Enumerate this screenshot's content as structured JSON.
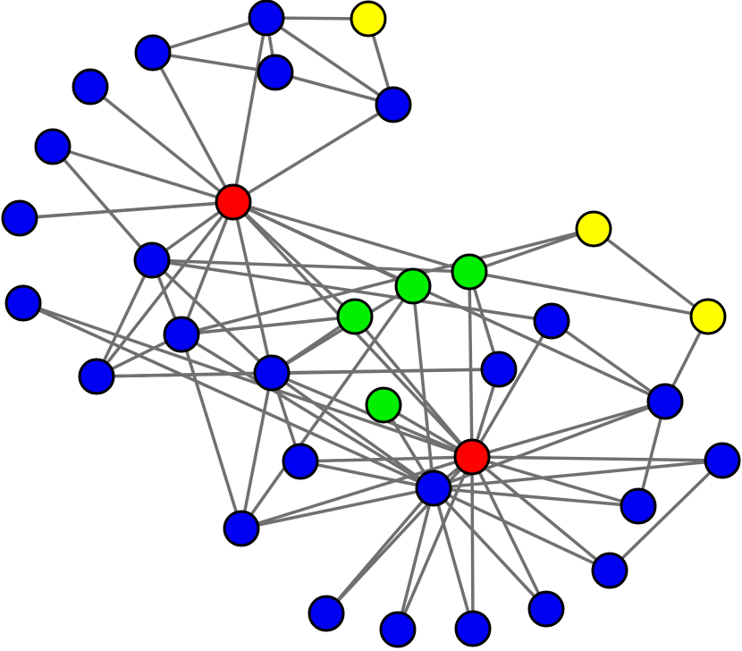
{
  "colors": {
    "edge": "#707070",
    "node_outline": "#000000",
    "blue": "#0000f2",
    "red": "#ff0000",
    "green": "#00f000",
    "yellow": "#ffff00"
  },
  "graph": {
    "nodes": [
      {
        "id": "n1",
        "color": "blue"
      },
      {
        "id": "n2",
        "color": "yellow"
      },
      {
        "id": "n3",
        "color": "blue"
      },
      {
        "id": "n4",
        "color": "blue"
      },
      {
        "id": "n5",
        "color": "blue"
      },
      {
        "id": "n6",
        "color": "blue"
      },
      {
        "id": "n7",
        "color": "blue"
      },
      {
        "id": "n8",
        "color": "red"
      },
      {
        "id": "n9",
        "color": "blue"
      },
      {
        "id": "n10",
        "color": "yellow"
      },
      {
        "id": "n11",
        "color": "blue"
      },
      {
        "id": "n12",
        "color": "green"
      },
      {
        "id": "n13",
        "color": "blue"
      },
      {
        "id": "n14",
        "color": "green"
      },
      {
        "id": "n15",
        "color": "yellow"
      },
      {
        "id": "n16",
        "color": "green"
      },
      {
        "id": "n17",
        "color": "blue"
      },
      {
        "id": "n18",
        "color": "blue"
      },
      {
        "id": "n19",
        "color": "blue"
      },
      {
        "id": "n20",
        "color": "blue"
      },
      {
        "id": "n21",
        "color": "blue"
      },
      {
        "id": "n22",
        "color": "blue"
      },
      {
        "id": "n23",
        "color": "green"
      },
      {
        "id": "n24",
        "color": "red"
      },
      {
        "id": "n25",
        "color": "blue"
      },
      {
        "id": "n26",
        "color": "blue"
      },
      {
        "id": "n27",
        "color": "blue"
      },
      {
        "id": "n28",
        "color": "blue"
      },
      {
        "id": "n29",
        "color": "blue"
      },
      {
        "id": "n30",
        "color": "blue"
      },
      {
        "id": "n31",
        "color": "blue"
      },
      {
        "id": "n32",
        "color": "blue"
      },
      {
        "id": "n33",
        "color": "blue"
      },
      {
        "id": "n34",
        "color": "blue"
      }
    ],
    "edges": [
      [
        "n1",
        "n2"
      ],
      [
        "n1",
        "n3"
      ],
      [
        "n1",
        "n4"
      ],
      [
        "n1",
        "n5"
      ],
      [
        "n1",
        "n8"
      ],
      [
        "n2",
        "n5"
      ],
      [
        "n3",
        "n4"
      ],
      [
        "n3",
        "n8"
      ],
      [
        "n4",
        "n5"
      ],
      [
        "n5",
        "n8"
      ],
      [
        "n6",
        "n8"
      ],
      [
        "n7",
        "n8"
      ],
      [
        "n7",
        "n11"
      ],
      [
        "n8",
        "n9"
      ],
      [
        "n8",
        "n12"
      ],
      [
        "n8",
        "n11"
      ],
      [
        "n8",
        "n13"
      ],
      [
        "n8",
        "n14"
      ],
      [
        "n8",
        "n17"
      ],
      [
        "n8",
        "n18"
      ],
      [
        "n8",
        "n16"
      ],
      [
        "n8",
        "n21"
      ],
      [
        "n8",
        "n24"
      ],
      [
        "n9",
        "n8"
      ],
      [
        "n10",
        "n12"
      ],
      [
        "n10",
        "n15"
      ],
      [
        "n10",
        "n13"
      ],
      [
        "n12",
        "n15"
      ],
      [
        "n12",
        "n24"
      ],
      [
        "n12",
        "n19"
      ],
      [
        "n11",
        "n13"
      ],
      [
        "n11",
        "n18"
      ],
      [
        "n11",
        "n17"
      ],
      [
        "n11",
        "n20"
      ],
      [
        "n11",
        "n12"
      ],
      [
        "n13",
        "n14"
      ],
      [
        "n13",
        "n18"
      ],
      [
        "n13",
        "n25"
      ],
      [
        "n13",
        "n26"
      ],
      [
        "n14",
        "n17"
      ],
      [
        "n14",
        "n13"
      ],
      [
        "n14",
        "n24"
      ],
      [
        "n15",
        "n21"
      ],
      [
        "n16",
        "n17"
      ],
      [
        "n16",
        "n25"
      ],
      [
        "n17",
        "n19"
      ],
      [
        "n17",
        "n24"
      ],
      [
        "n17",
        "n26"
      ],
      [
        "n17",
        "n25"
      ],
      [
        "n17",
        "n22"
      ],
      [
        "n18",
        "n19"
      ],
      [
        "n18",
        "n17"
      ],
      [
        "n19",
        "n24"
      ],
      [
        "n20",
        "n24"
      ],
      [
        "n20",
        "n21"
      ],
      [
        "n21",
        "n24"
      ],
      [
        "n21",
        "n27"
      ],
      [
        "n21",
        "n26"
      ],
      [
        "n24",
        "n22"
      ],
      [
        "n24",
        "n23"
      ],
      [
        "n24",
        "n25"
      ],
      [
        "n24",
        "n26"
      ],
      [
        "n24",
        "n27"
      ],
      [
        "n24",
        "n28"
      ],
      [
        "n24",
        "n29"
      ],
      [
        "n24",
        "n30"
      ],
      [
        "n24",
        "n31"
      ],
      [
        "n24",
        "n32"
      ],
      [
        "n23",
        "n26"
      ],
      [
        "n25",
        "n26"
      ],
      [
        "n26",
        "n27"
      ],
      [
        "n26",
        "n28"
      ],
      [
        "n26",
        "n29"
      ],
      [
        "n26",
        "n30"
      ],
      [
        "n26",
        "n31"
      ],
      [
        "n26",
        "n32"
      ],
      [
        "n26",
        "n33"
      ],
      [
        "n24",
        "n33"
      ],
      [
        "n26",
        "n34"
      ],
      [
        "n24",
        "n34"
      ],
      [
        "n28",
        "n29"
      ],
      [
        "n16",
        "n26"
      ],
      [
        "n22",
        "n26"
      ]
    ]
  }
}
